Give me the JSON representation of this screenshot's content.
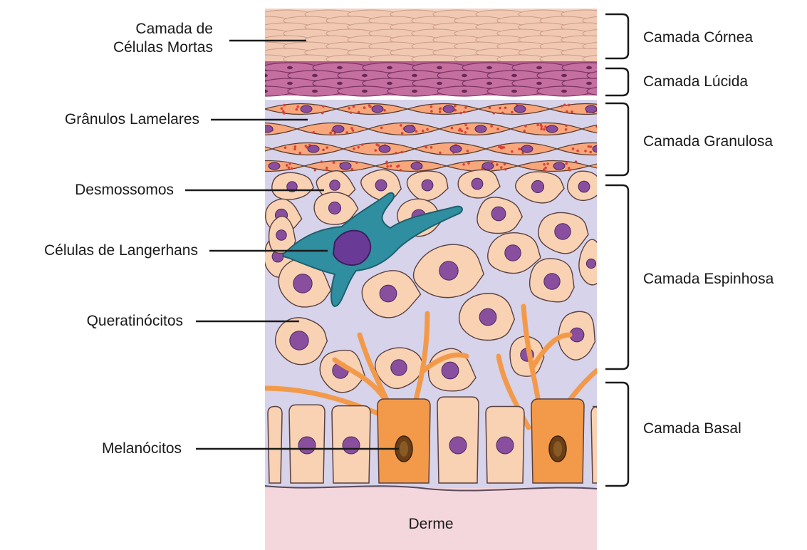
{
  "left_labels": {
    "dead_cells": [
      "Camada de",
      "Células Mortas"
    ],
    "lamellar_granules": "Grânulos Lamelares",
    "desmosomes": "Desmossomos",
    "langerhans": "Células de Langerhans",
    "keratinocytes": "Queratinócitos",
    "melanocytes": "Melanócitos"
  },
  "right_labels": {
    "cornea": "Camada Córnea",
    "lucida": "Camada Lúcida",
    "granulosa": "Camada Granulosa",
    "espinhosa": "Camada Espinhosa",
    "basal": "Camada Basal"
  },
  "dermis_label": "Derme",
  "colors": {
    "cornea": "#f1c9b3",
    "lucida": "#c46fa0",
    "granulosa": "#f7a77b",
    "spinous": "#f9d2b4",
    "interstitial": "#d6d3ea",
    "nucleus": "#8a4e9e",
    "melanocyte": "#f39a4a",
    "langerhans": "#2f8ea0",
    "dermis": "#f4d7dc"
  }
}
